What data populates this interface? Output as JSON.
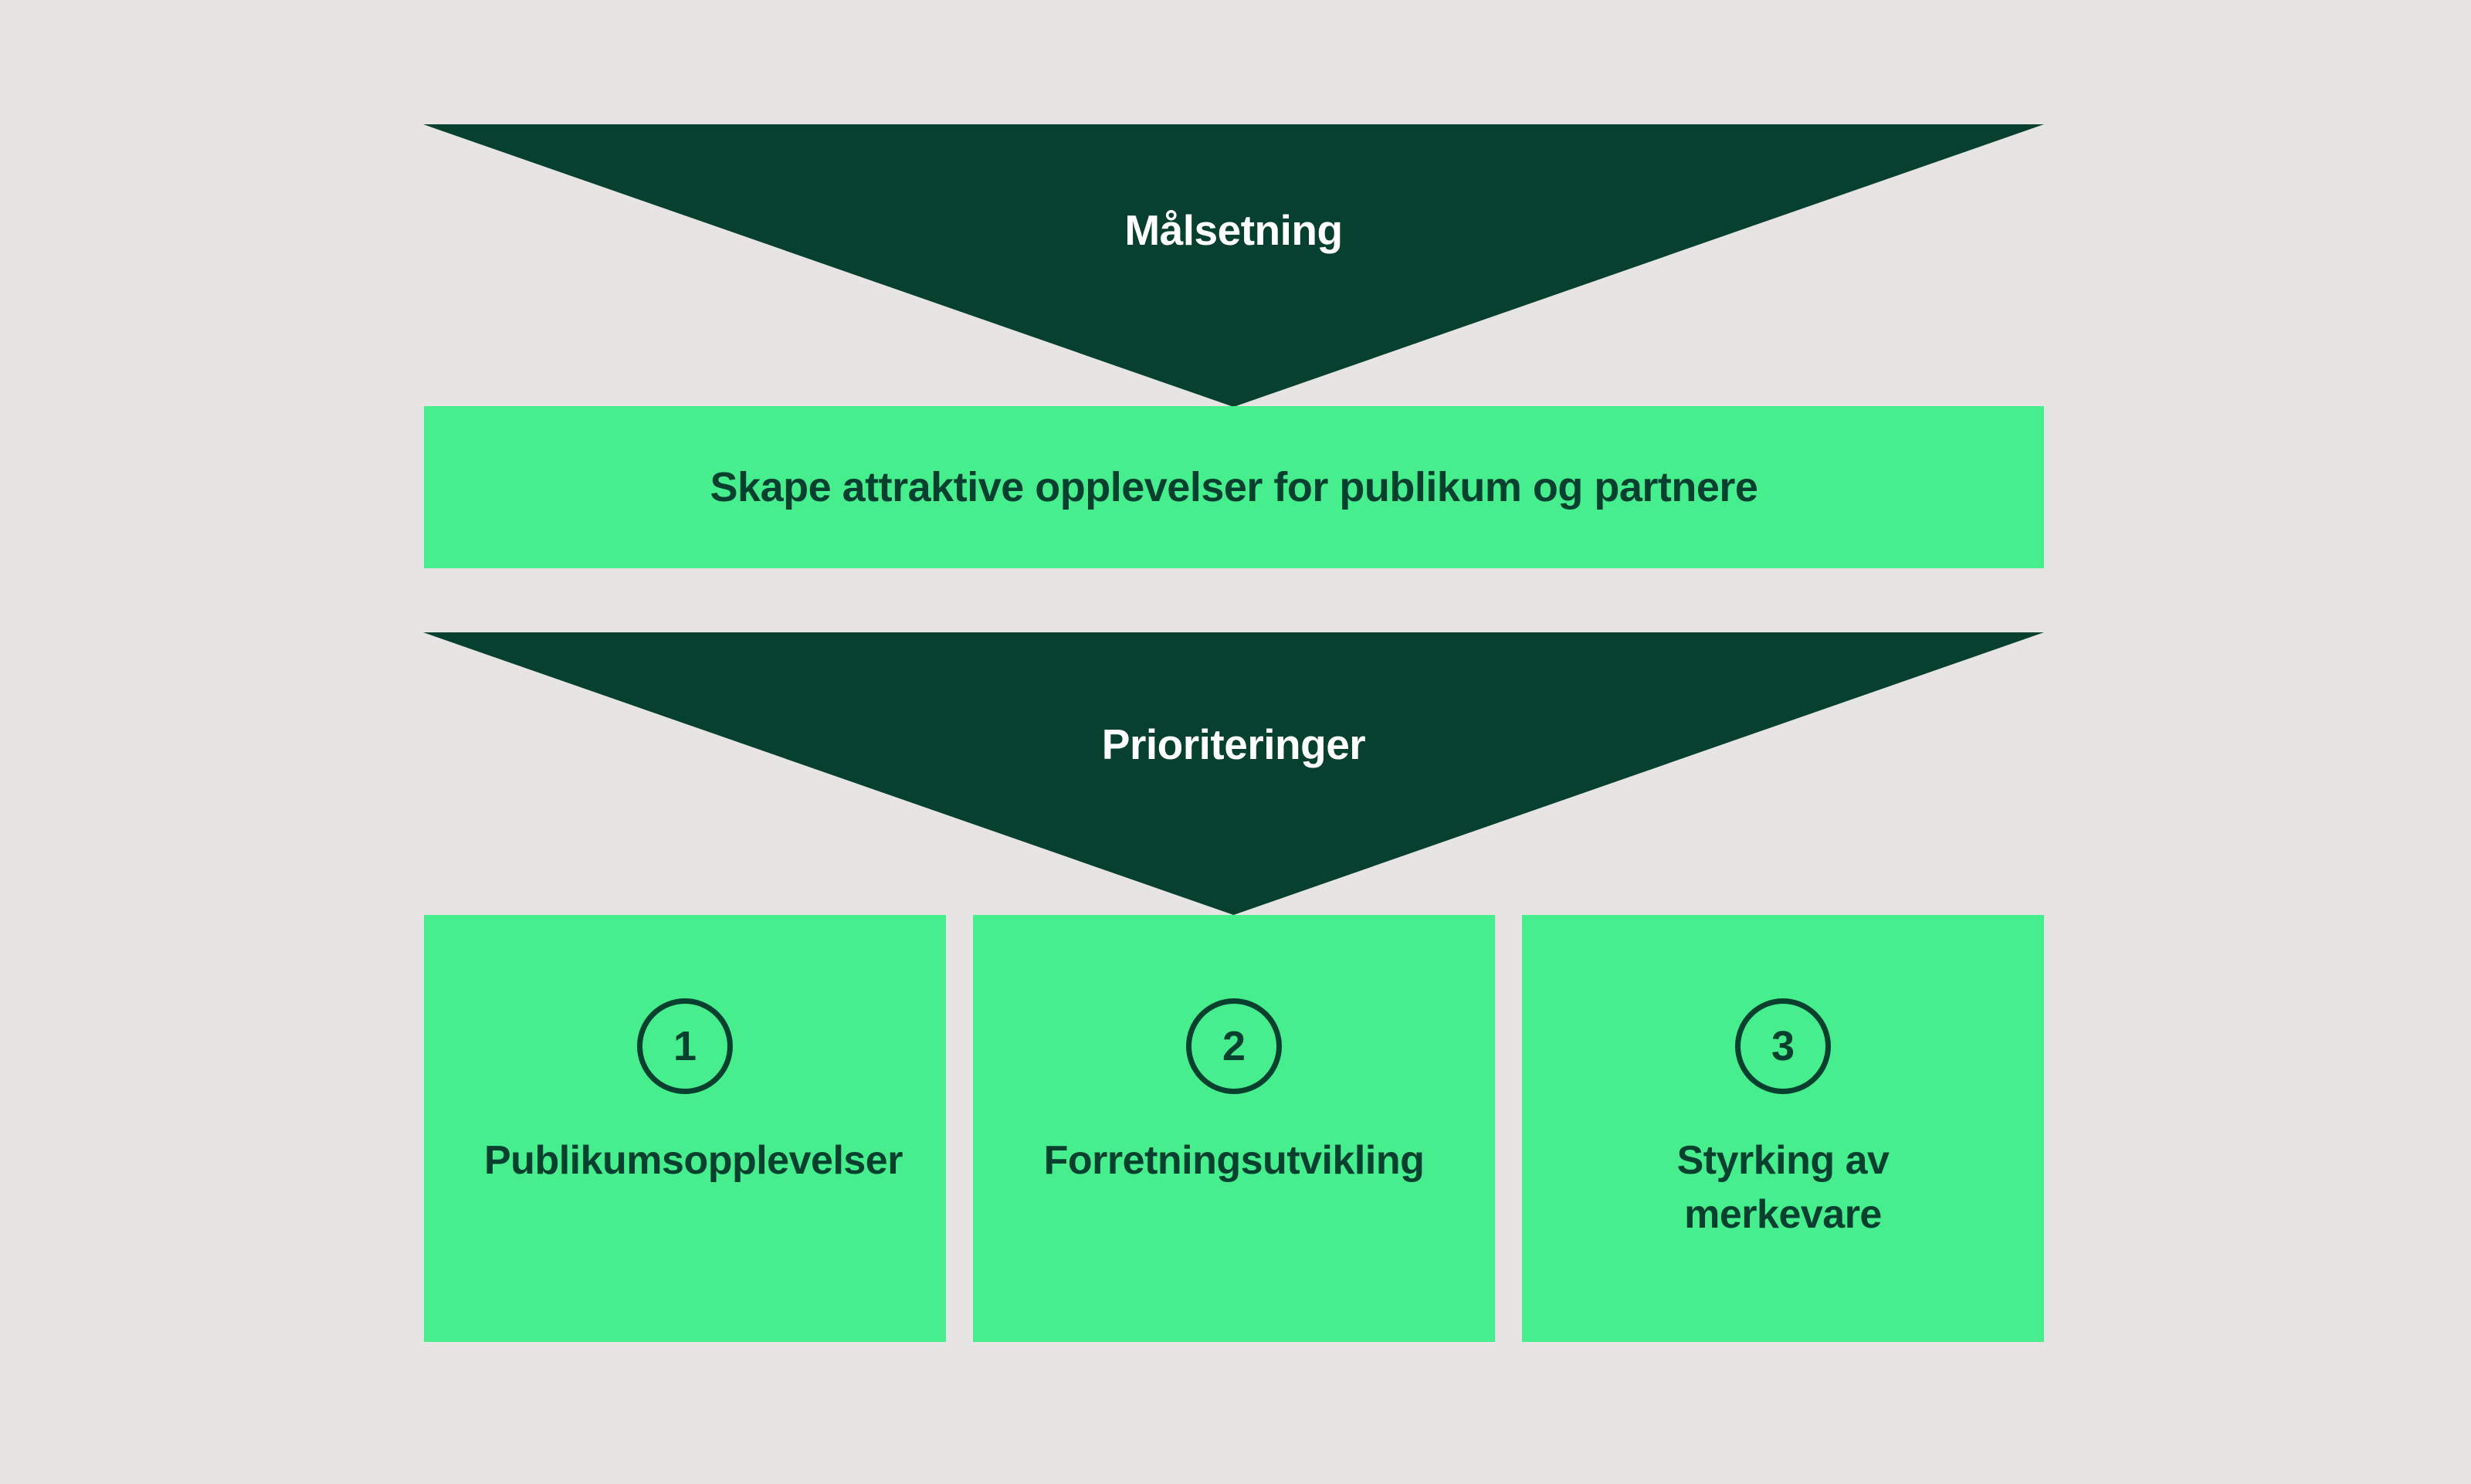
{
  "colors": {
    "background": "#e6e5e3",
    "dark_green": "#07402f",
    "bright_green": "#46ee8e",
    "white_text": "#ffffff"
  },
  "funnel": {
    "step1_label": "Målsetning",
    "step2_label": "Prioriteringer"
  },
  "goal": {
    "text": "Skape attraktive opplevelser for publikum og partnere"
  },
  "priorities": [
    {
      "number": "1",
      "label": "Publikumsopplevelser"
    },
    {
      "number": "2",
      "label": "Forretningsutvikling"
    },
    {
      "number": "3",
      "label": "Styrking av merkevare"
    }
  ]
}
